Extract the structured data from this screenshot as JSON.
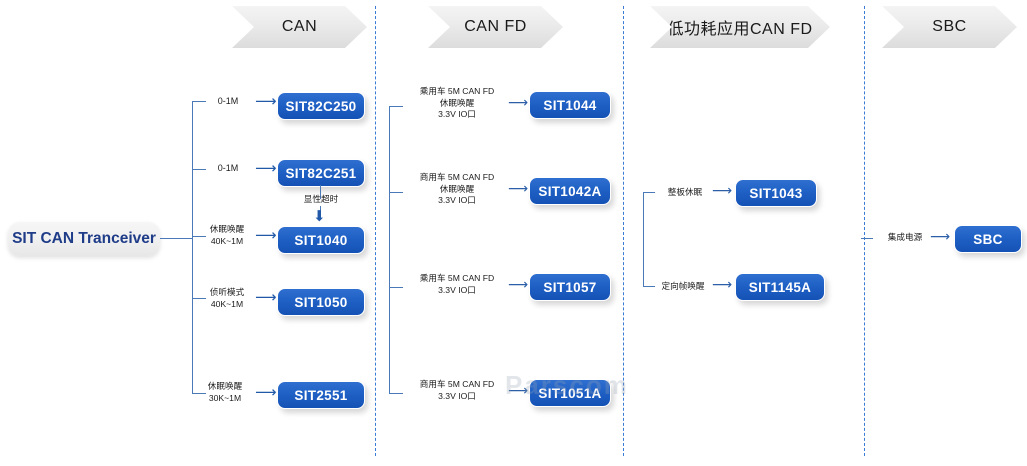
{
  "page": {
    "title": "SIT CAN Tranceiver product map",
    "background": "#ffffff",
    "accent_blue": "#1e5fc4",
    "line_blue": "#4a79b8",
    "divider_blue": "#3a7bd5",
    "watermark_text": "Parscom"
  },
  "root": {
    "label": "SIT  CAN Tranceiver"
  },
  "columns": [
    {
      "id": "can",
      "banner": "CAN"
    },
    {
      "id": "canfd",
      "banner": "CAN FD"
    },
    {
      "id": "lowpower",
      "banner": "低功耗应用CAN FD"
    },
    {
      "id": "sbc",
      "banner": "SBC"
    }
  ],
  "branches": {
    "can": [
      {
        "label_lines": [
          "0-1M"
        ],
        "product": "SIT82C250"
      },
      {
        "label_lines": [
          "0-1M"
        ],
        "product": "SIT82C251"
      },
      {
        "label_lines": [
          "休眠唤醒",
          "40K~1M"
        ],
        "product": "SIT1040"
      },
      {
        "label_lines": [
          "侦听模式",
          "40K~1M"
        ],
        "product": "SIT1050"
      },
      {
        "label_lines": [
          "休眠唤醒",
          "30K~1M"
        ],
        "product": "SIT2551"
      }
    ],
    "canfd": [
      {
        "label_lines": [
          "乘用车 5M CAN FD",
          "休眠唤醒",
          "3.3V IO口"
        ],
        "product": "SIT1044"
      },
      {
        "label_lines": [
          "商用车 5M CAN FD",
          "休眠唤醒",
          "3.3V IO口"
        ],
        "product": "SIT1042A"
      },
      {
        "label_lines": [
          "乘用车 5M CAN FD",
          "3.3V IO口"
        ],
        "product": "SIT1057"
      },
      {
        "label_lines": [
          "商用车 5M CAN FD",
          "3.3V IO口"
        ],
        "product": "SIT1051A"
      }
    ],
    "lowpower": [
      {
        "label_lines": [
          "整板休眠"
        ],
        "product": "SIT1043"
      },
      {
        "label_lines": [
          "定向帧唤醒"
        ],
        "product": "SIT1145A"
      }
    ],
    "sbc": [
      {
        "label_lines": [
          "集成电源"
        ],
        "product": "SBC"
      }
    ]
  },
  "annotations": {
    "dominant_timeout": "显性超时"
  }
}
